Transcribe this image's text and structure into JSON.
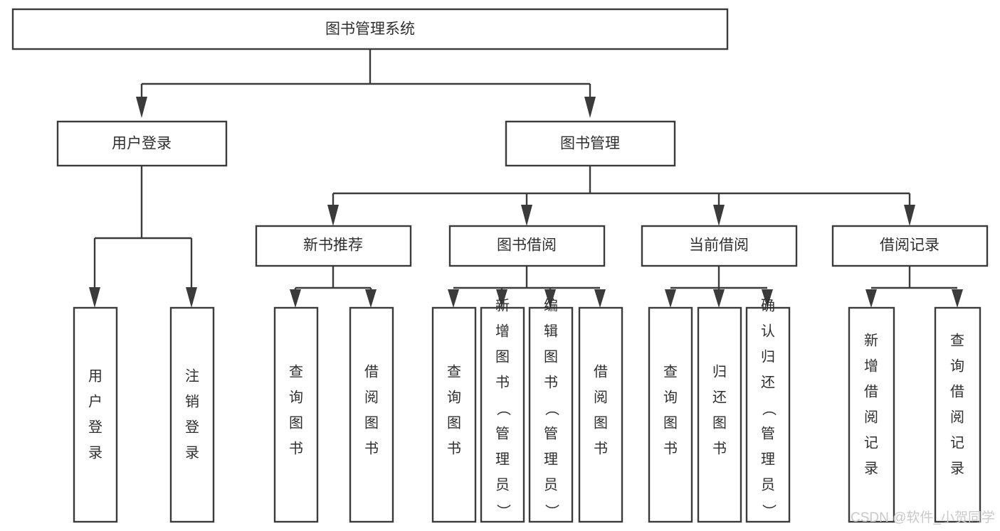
{
  "diagram": {
    "type": "tree-hierarchy-diagram",
    "title": "图书管理系统",
    "colors": {
      "background": "#ffffff",
      "stroke": "#3b3b3b",
      "box_fill": "#ffffff",
      "text": "#2f2f2f",
      "watermark": "#c9c9c9"
    },
    "levels": {
      "level1_label": "图书管理系统",
      "level2_labels": [
        "用户登录",
        "图书管理"
      ],
      "level3_labels": [
        "新书推荐",
        "图书借阅",
        "当前借阅",
        "借阅记录"
      ]
    },
    "nodes": {
      "root": {
        "label": "图书管理系统",
        "orientation": "horizontal"
      },
      "user_login": {
        "label": "用户登录",
        "orientation": "horizontal"
      },
      "book_manage": {
        "label": "图书管理",
        "orientation": "horizontal"
      },
      "new_book_recommend": {
        "label": "新书推荐",
        "orientation": "horizontal"
      },
      "book_borrow": {
        "label": "图书借阅",
        "orientation": "horizontal"
      },
      "current_borrow": {
        "label": "当前借阅",
        "orientation": "horizontal"
      },
      "borrow_record": {
        "label": "借阅记录",
        "orientation": "horizontal"
      }
    },
    "leaves": {
      "user_login_children": [
        {
          "label": "用户登录",
          "orientation": "vertical"
        },
        {
          "label": "注销登录",
          "orientation": "vertical"
        }
      ],
      "new_book_recommend_children": [
        {
          "label": "查询图书",
          "orientation": "vertical"
        },
        {
          "label": "借阅图书",
          "orientation": "vertical"
        }
      ],
      "book_borrow_children": [
        {
          "label": "查询图书",
          "orientation": "vertical"
        },
        {
          "label": "新增图书（管理员）",
          "orientation": "vertical"
        },
        {
          "label": "编辑图书（管理员）",
          "orientation": "vertical"
        },
        {
          "label": "借阅图书",
          "orientation": "vertical"
        }
      ],
      "current_borrow_children": [
        {
          "label": "查询图书",
          "orientation": "vertical"
        },
        {
          "label": "归还图书",
          "orientation": "vertical"
        },
        {
          "label": "确认归还（管理员）",
          "orientation": "vertical"
        }
      ],
      "borrow_record_children": [
        {
          "label": "新增借阅记录",
          "orientation": "vertical"
        },
        {
          "label": "查询借阅记录",
          "orientation": "vertical"
        }
      ]
    },
    "watermark": "CSDN @软件_小贺同学"
  }
}
